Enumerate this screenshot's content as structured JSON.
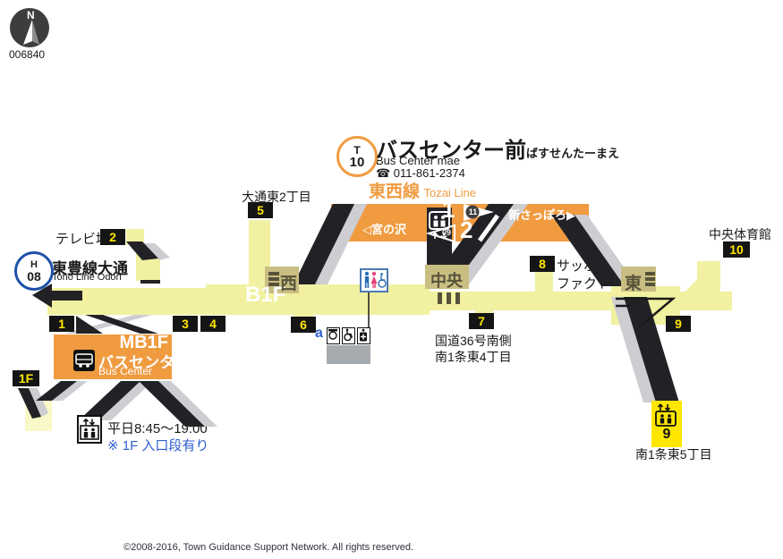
{
  "meta": {
    "compass": "N",
    "map_no": "006840",
    "copyright": "©2008-2016, Town Guidance Support Network. All rights reserved."
  },
  "colors": {
    "line_orange": "#F09B40",
    "corridor_yellow": "#F1F1A1",
    "corridor_light": "#F8F8C8",
    "landmark_tan": "#C9BE82",
    "exit_number_yellow": "#FFE600",
    "note_blue": "#2E5FD0",
    "toho_blue": "#1C50A8",
    "stair_black": "#222226",
    "stair_gray": "#CDCDD2"
  },
  "station": {
    "line_letter": "T",
    "station_no": "10",
    "name_ja": "バスセンター前",
    "name_kana": "ばすせんたーまえ",
    "name_en": "Bus Center mae",
    "tel": "☎ 011-861-2374",
    "line_ja": "東西線",
    "line_en": "Tozai Line"
  },
  "platform": {
    "left_destination": "◁宮の沢",
    "right_destination": "新さっぽろ▶",
    "track_1": "1",
    "track_2": "2",
    "exit_guide_right": "11",
    "exit_guide_left": "09"
  },
  "transfer": {
    "line_letter": "H",
    "station_no": "08",
    "name_ja": "東豊線大通",
    "name_en": "Toho Line Odori"
  },
  "floors": {
    "b1f": "B1F",
    "mb1f": "MB1F"
  },
  "areas": {
    "west": "西",
    "center": "中央",
    "east": "東"
  },
  "bus_center": {
    "ja": "バスセンター",
    "en": "Bus Center"
  },
  "exits": {
    "e1": {
      "num": "1"
    },
    "e2": {
      "num": "2",
      "label": "テレビ塔"
    },
    "e3": {
      "num": "3"
    },
    "e4": {
      "num": "4"
    },
    "e5": {
      "num": "5",
      "label": "大通東2丁目"
    },
    "e6": {
      "num": "6"
    },
    "e7": {
      "num": "7",
      "label1": "国道36号南側",
      "label2": "南1条東4丁目"
    },
    "e8": {
      "num": "8",
      "label1": "サッポロ",
      "label2": "ファクトリー"
    },
    "e9": {
      "num": "9"
    },
    "e9_street": {
      "num": "9",
      "label": "南1条東5丁目"
    },
    "e10": {
      "num": "10",
      "label": "中央体育館"
    },
    "e1f": {
      "num": "1F"
    }
  },
  "info": {
    "hours": "平日8:45～19:00",
    "step_note": "※ 1F 入口段有り",
    "marker_a": "a"
  }
}
